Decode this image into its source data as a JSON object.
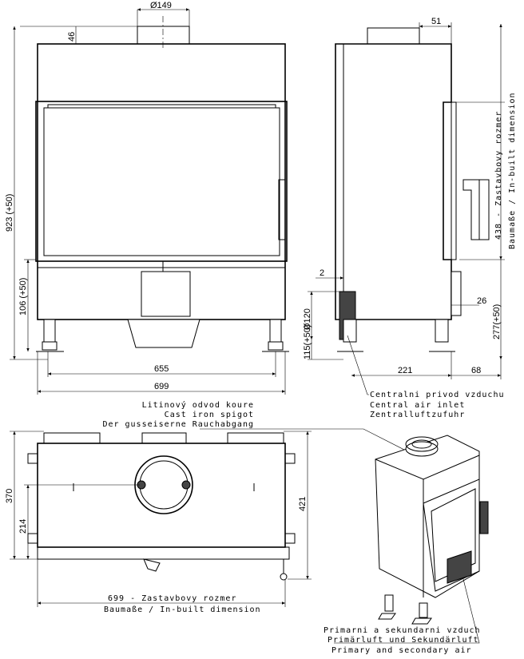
{
  "front_view": {
    "spigot_diameter": "Ø149",
    "spigot_height": "46",
    "total_height": "923 (+50)",
    "base_height": "106 (+50)",
    "inner_width": "655",
    "total_width": "699"
  },
  "side_view": {
    "top_offset": "51",
    "depth_dimension": "438 - Zastavbovy rozmer",
    "depth_dimension_sub": "Baumaße / In-built dimension",
    "gap": "2",
    "air_inlet_diameter": "Ø120",
    "air_inlet_height": "115(+50)",
    "handle_offset": "26",
    "lower_height": "277(+50)",
    "depth_a": "221",
    "depth_b": "68",
    "air_inlet_label": [
      "Centralni privod vzduchu",
      "Central air inlet",
      "Zentralluftzufuhr"
    ]
  },
  "top_view": {
    "spigot_label": [
      "Litinový odvod koure",
      "Cast iron spigot",
      "Der gusseiserne Rauchabgang"
    ],
    "depth_total": "370",
    "spigot_offset": "214",
    "depth_with_handle": "421",
    "width_dimension": "699 - Zastavbovy rozmer",
    "width_dimension_sub": "Baumaße / In-built dimension"
  },
  "iso_view": {
    "air_label": [
      "Primarni a sekundarni vzduch",
      "Primärluft und Sekundärluft",
      "Primary and secondary air"
    ]
  }
}
